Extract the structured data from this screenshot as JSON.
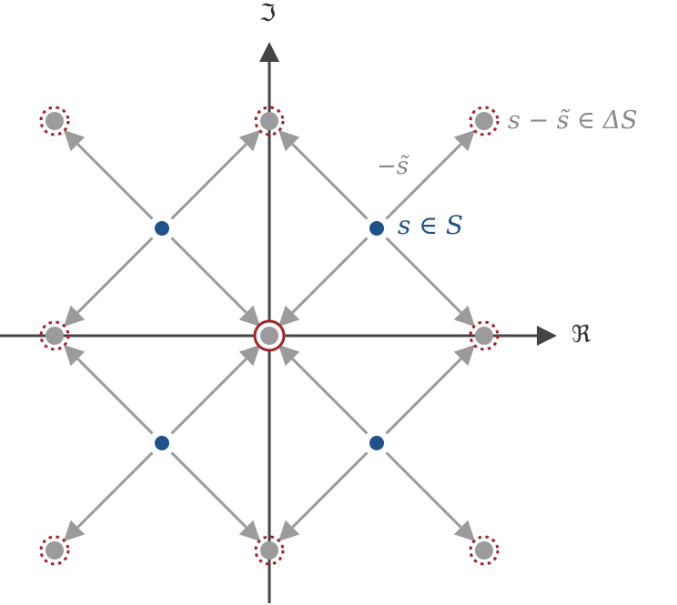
{
  "labels": {
    "imag_axis": "ℑ",
    "real_axis": "ℜ",
    "difference_set": "s − s̃ ∈ ΔS",
    "negated_symbol": "−s̃",
    "symbol_set": "s ∈ S"
  },
  "colors": {
    "axis": "#444444",
    "arrow": "#9b9b9b",
    "difference_point": "#9b9b9b",
    "symbol_point": "#1f5289",
    "highlight_circle": "#a3242b"
  },
  "symbols": [
    [
      -1,
      1
    ],
    [
      1,
      1
    ],
    [
      -1,
      -1
    ],
    [
      1,
      -1
    ]
  ],
  "differences": [
    [
      -2,
      2
    ],
    [
      0,
      2
    ],
    [
      2,
      2
    ],
    [
      -2,
      0
    ],
    [
      0,
      0
    ],
    [
      2,
      0
    ],
    [
      -2,
      -2
    ],
    [
      0,
      -2
    ],
    [
      2,
      -2
    ]
  ]
}
